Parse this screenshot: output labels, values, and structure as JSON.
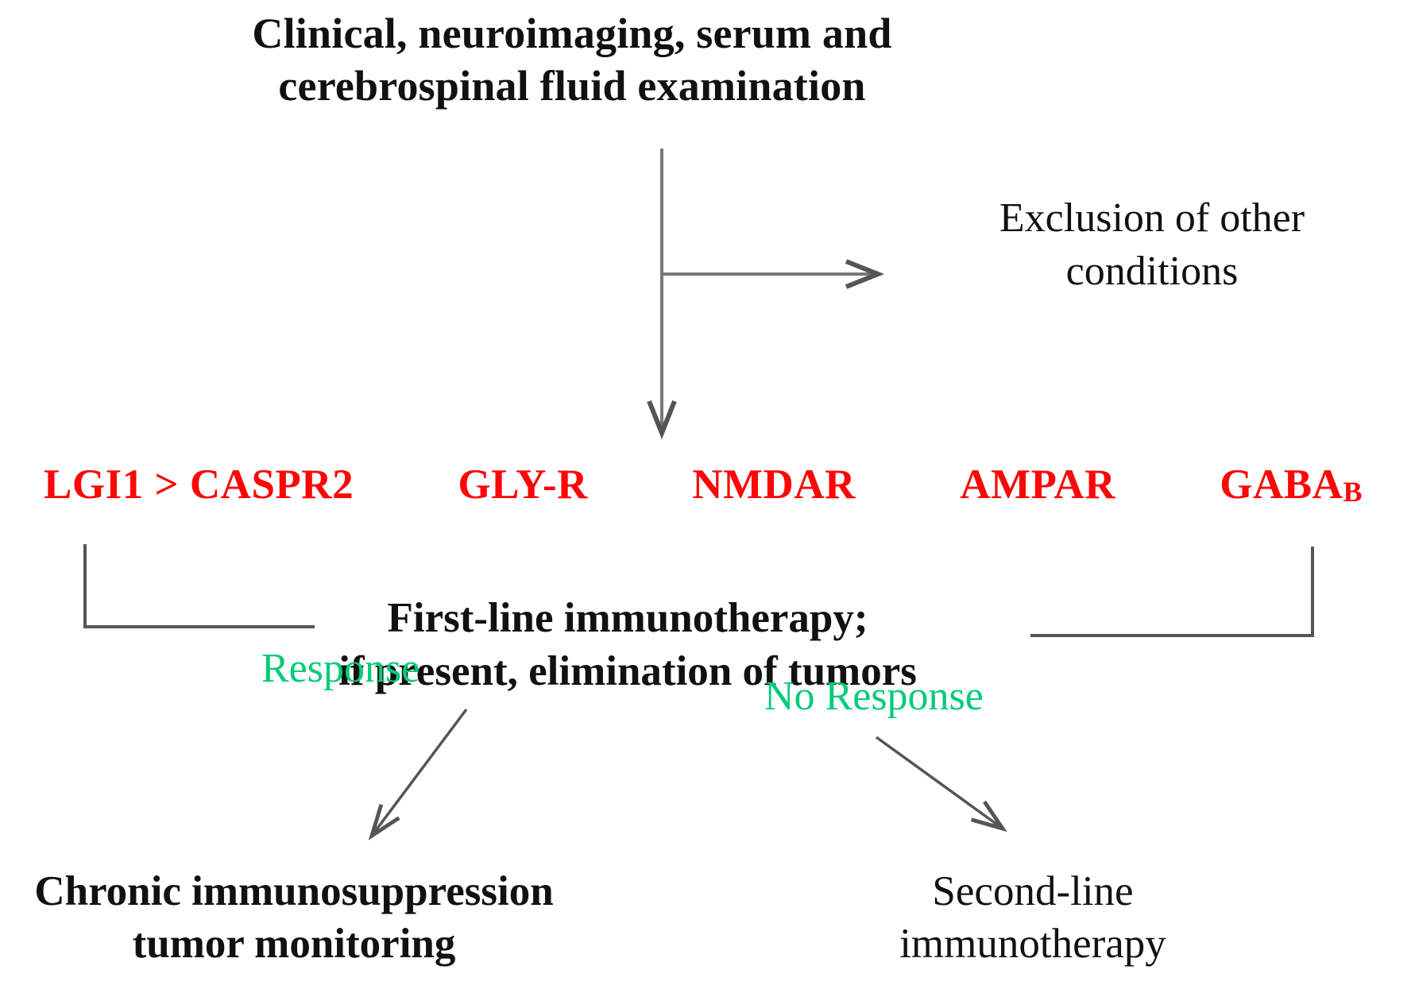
{
  "diagram": {
    "type": "flowchart",
    "title_node": {
      "text": "Clinical, neuroimaging, serum and\ncerebrospinal fluid examination"
    },
    "exclusion_node": {
      "text": "Exclusion of other\nconditions"
    },
    "receptors": [
      {
        "label": "LGI1 > CASPR2",
        "sub": ""
      },
      {
        "label": "GLY-R",
        "sub": ""
      },
      {
        "label": "NMDAR",
        "sub": ""
      },
      {
        "label": "AMPAR",
        "sub": ""
      },
      {
        "label": "GABA",
        "sub": "B"
      }
    ],
    "therapy_node": {
      "text": "First-line immunotherapy;\nif present, elimination of tumors"
    },
    "response_label": "Response",
    "no_response_label": "No Response",
    "outcome_left": {
      "text": "Chronic immunosuppression\ntumor monitoring"
    },
    "outcome_right": {
      "text": "Second-line\nimmunotherapy"
    },
    "colors": {
      "text": "#111111",
      "receptor_red": "#fb0707",
      "response_green": "#00cc77",
      "connector": "#555555",
      "background": "#ffffff"
    }
  }
}
